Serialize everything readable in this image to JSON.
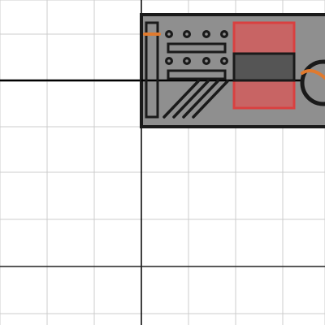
{
  "colors": {
    "background": "#ffffff",
    "grid_line": "#cccccc",
    "axis": "#000000",
    "component_fill": "#8f8f8f",
    "component_stroke": "#1a1a1a",
    "terminal_fill": "#ffffff",
    "resistor_fill": "#c86464",
    "resistor_stroke": "#d94040",
    "resistor_center": "#555555",
    "wire_accent": "#e07a2e"
  },
  "icons": {
    "grid": "grid-lines",
    "axis": "axis-lines",
    "component": "circuit-module"
  }
}
